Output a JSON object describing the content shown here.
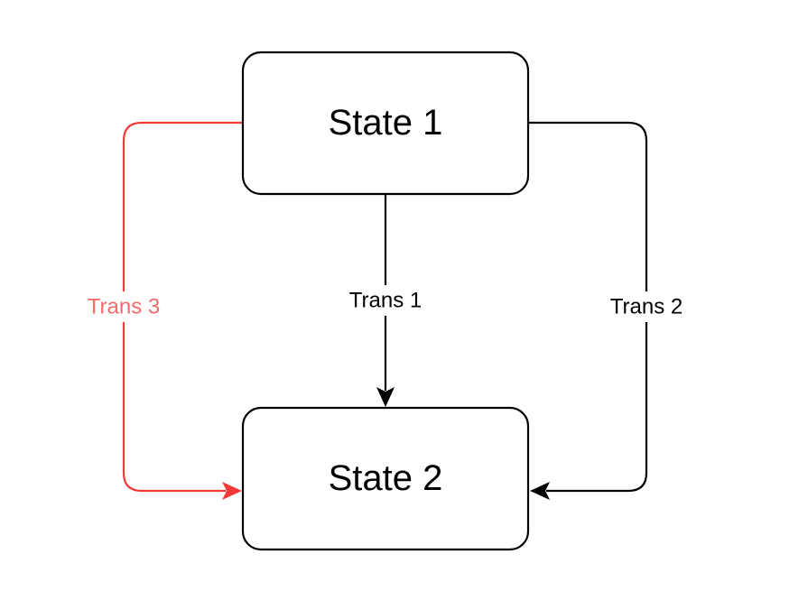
{
  "states": [
    {
      "id": "state-1",
      "label": "State 1"
    },
    {
      "id": "state-2",
      "label": "State 2"
    }
  ],
  "transitions": [
    {
      "id": "trans-1",
      "label": "Trans 1",
      "from": "state-1",
      "to": "state-2",
      "color": "#000000"
    },
    {
      "id": "trans-2",
      "label": "Trans 2",
      "from": "state-1",
      "to": "state-2",
      "color": "#000000"
    },
    {
      "id": "trans-3",
      "label": "Trans 3",
      "from": "state-1",
      "to": "state-2",
      "color": "#f03a3a"
    }
  ],
  "colors": {
    "label_trans_3": "#f26b6b",
    "edge_trans_3": "#f03a3a",
    "default": "#000000"
  }
}
